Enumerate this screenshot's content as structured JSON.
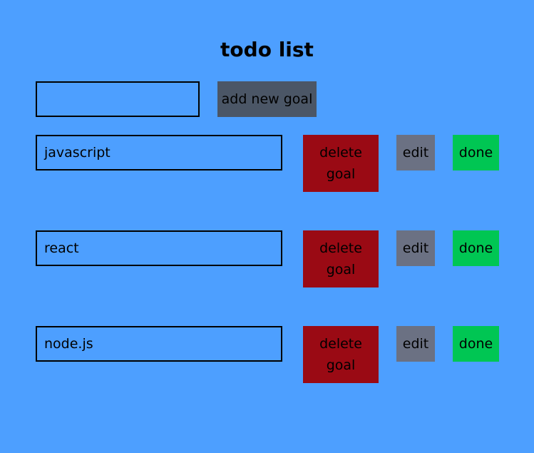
{
  "app": {
    "title": "todo list"
  },
  "new_goal": {
    "input_value": "",
    "add_button_label": "add new goal"
  },
  "goals": [
    {
      "text": "javascript",
      "delete_label": "delete goal",
      "edit_label": "edit",
      "done_label": "done"
    },
    {
      "text": "react",
      "delete_label": "delete goal",
      "edit_label": "edit",
      "done_label": "done"
    },
    {
      "text": "node.js",
      "delete_label": "delete goal",
      "edit_label": "edit",
      "done_label": "done"
    }
  ],
  "colors": {
    "background": "#4d9fff",
    "add_button": "#4b5666",
    "delete_button": "#9a0a14",
    "edit_button": "#6b7183",
    "done_button": "#00c653"
  }
}
